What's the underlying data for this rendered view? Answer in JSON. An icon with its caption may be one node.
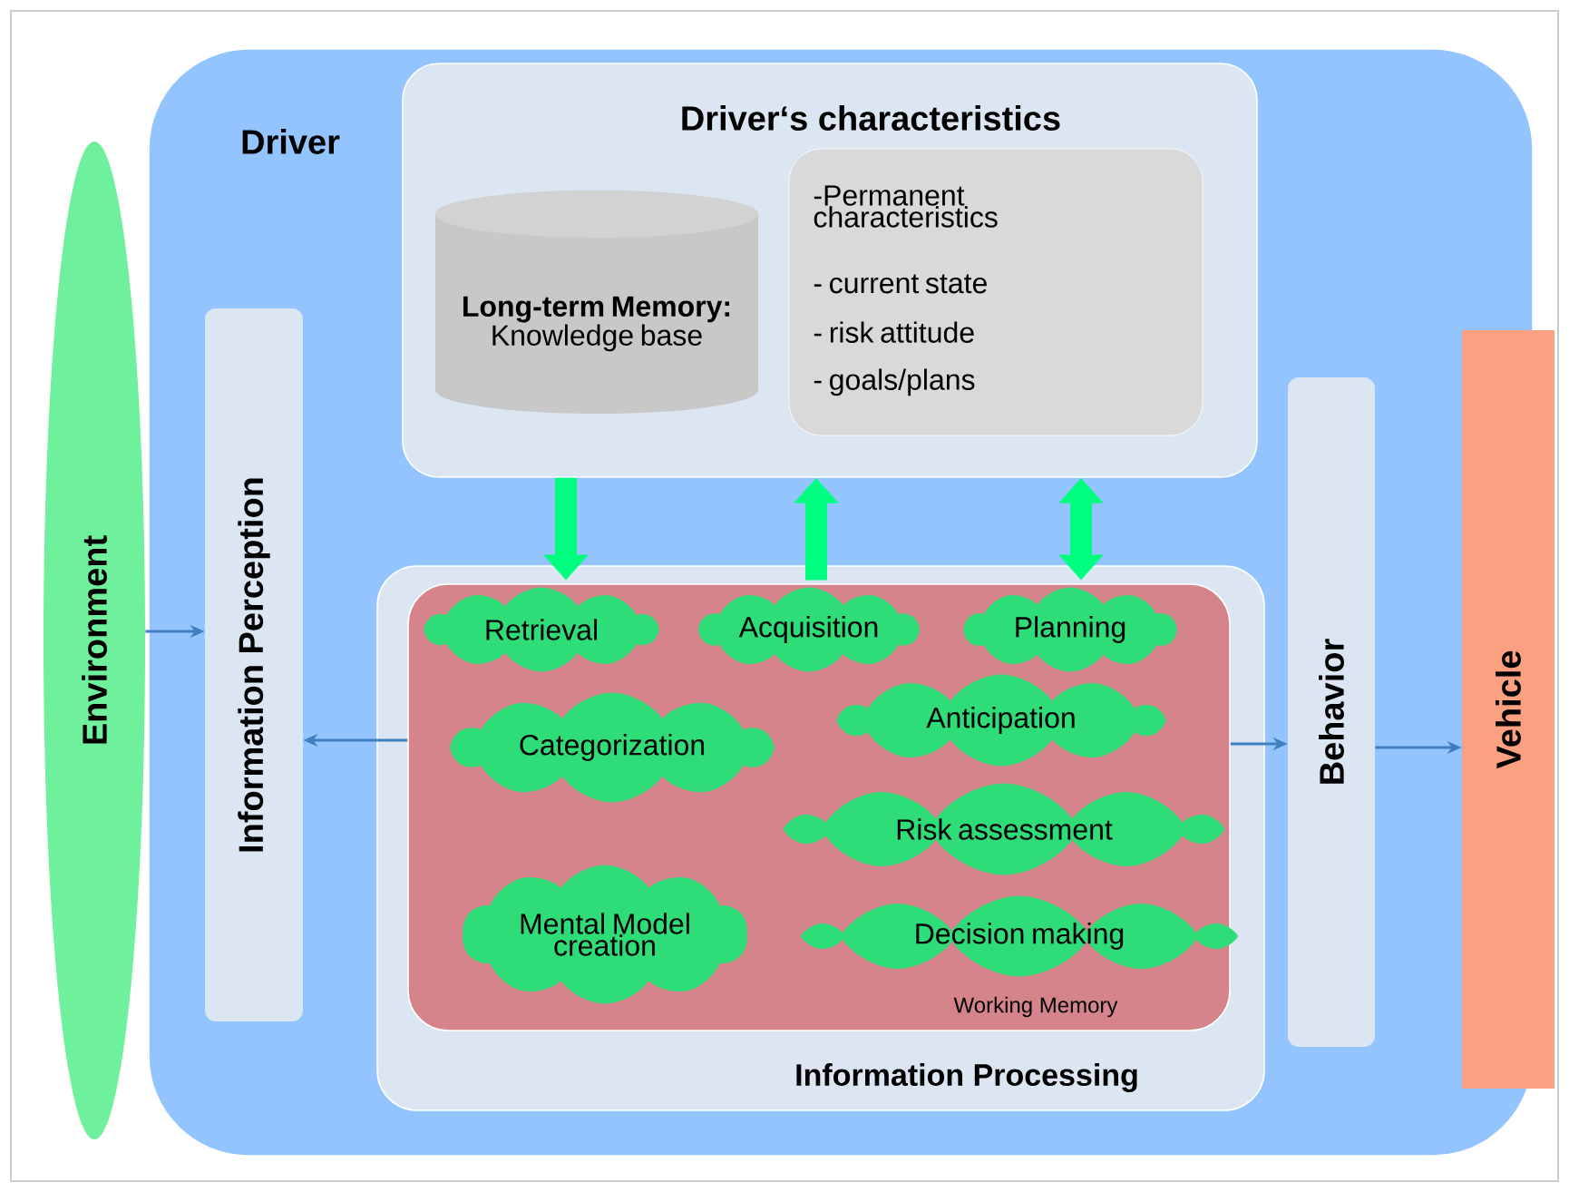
{
  "diagram": {
    "nodes": [
      {
        "text": [
          "Environment"
        ]
      },
      {
        "text": [
          "Driver"
        ]
      },
      {
        "text": [
          "Driver‘s characteristics"
        ],
        "in": 1
      },
      {
        "text": [
          "**Long-term Memory:** Knowledge base"
        ],
        "in": 2
      },
      {
        "text": [
          "-Permanent characteristics",
          "- current state",
          "- risk attitude",
          "- goals/plans"
        ],
        "in": 2
      },
      {
        "text": [
          "Information Perception"
        ],
        "in": 1
      },
      {
        "text": [
          "Information Processing"
        ],
        "in": 1
      },
      {
        "text": [
          "Working Memory"
        ],
        "in": 6
      },
      {
        "text": [
          "Retrieval"
        ],
        "in": 7
      },
      {
        "text": [
          "Acquisition"
        ],
        "in": 7
      },
      {
        "text": [
          "Planning"
        ],
        "in": 7
      },
      {
        "text": [
          "Anticipation"
        ],
        "in": 7
      },
      {
        "text": [
          "Categorization"
        ],
        "in": 7
      },
      {
        "text": [
          "Risk assessment"
        ],
        "in": 7
      },
      {
        "text": [
          "Mental Model creation"
        ],
        "in": 7
      },
      {
        "text": [
          "Decision making"
        ],
        "in": 7
      },
      {
        "text": [
          "Behavior"
        ],
        "in": 1
      },
      {
        "text": [
          "Vehicle"
        ]
      }
    ],
    "edges": [
      {
        "from": 0,
        "to": 5,
        "arrow": "to"
      },
      {
        "from": 2,
        "to": 8,
        "arrow": "to",
        "style": "thick",
        "color": "#00ff80"
      },
      {
        "from": 9,
        "to": 2,
        "arrow": "to",
        "style": "thick",
        "color": "#00ff80"
      },
      {
        "from": 10,
        "to": 2,
        "arrow": "both",
        "style": "thick",
        "color": "#00ff80"
      },
      {
        "from": 7,
        "to": 5,
        "arrow": "to"
      },
      {
        "from": 7,
        "to": 16,
        "arrow": "to"
      },
      {
        "from": 16,
        "to": 17,
        "arrow": "to"
      }
    ]
  }
}
